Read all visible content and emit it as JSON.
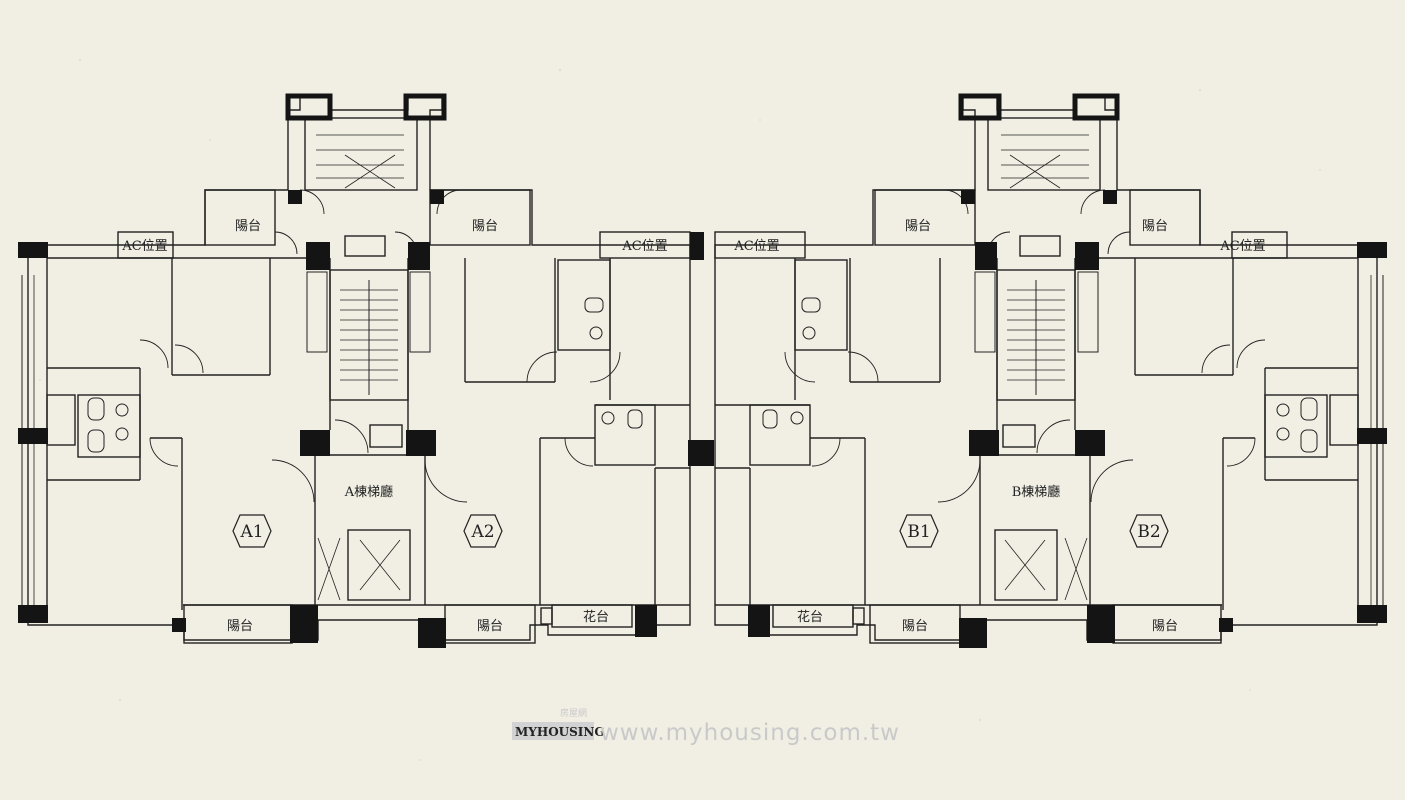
{
  "plan": {
    "balcony": "陽台",
    "ac": "AC位置",
    "planter": "花台",
    "lobby_a": "A棟梯廳",
    "lobby_b": "B棟梯廳",
    "units": [
      "A1",
      "A2",
      "B1",
      "B2"
    ]
  },
  "watermark": {
    "logo_small": "房屋網",
    "logo_brand": "MYHOUSING",
    "url": "www.myhousing.com.tw"
  },
  "colors": {
    "background": "#f1efe4",
    "wall": "#141414",
    "line": "#222222",
    "watermark": "#c9c9c9"
  }
}
